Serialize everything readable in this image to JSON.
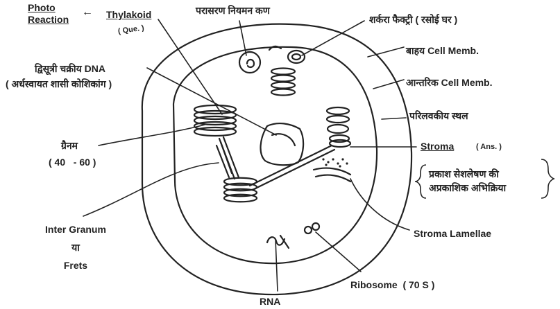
{
  "labels": {
    "photo_reaction_line1": "Photo",
    "photo_reaction_line2": "Reaction",
    "arrow_left": "←",
    "thylakoid": "Thylakoid",
    "que": "( Que. )",
    "osmoregulation_body": "परासरण नियमन कण",
    "sugar_factory": "शर्करा फैक्ट्री ( रसोई घर )",
    "outer_membrane": "बाहय Cell Memb.",
    "inner_membrane": "आन्तरिक Cell Memb.",
    "periplastidial_space": "परिलवकीय स्थल",
    "circular_dna": "द्विसूत्री चक्रीय DNA",
    "semi_autonomous": "( अर्धस्वायत शासी कोशिकांग )",
    "granum": "ग्रैनम",
    "granum_count": "( 40   - 60 )",
    "stroma": "Stroma",
    "ans": "( Ans. )",
    "dark_reaction_line1": "प्रकाश सेशलेषण की",
    "dark_reaction_line2": "अप्रकाशिक अभिक्रिया",
    "inter_granum": "Inter Granum",
    "ya": "या",
    "frets": "Frets",
    "stroma_lamellae": "Stroma Lamellae",
    "ribosome": "Ribosome  ( 70 S )",
    "rna": "RNA"
  },
  "colors": {
    "ink": "#222222",
    "background": "#ffffff"
  }
}
